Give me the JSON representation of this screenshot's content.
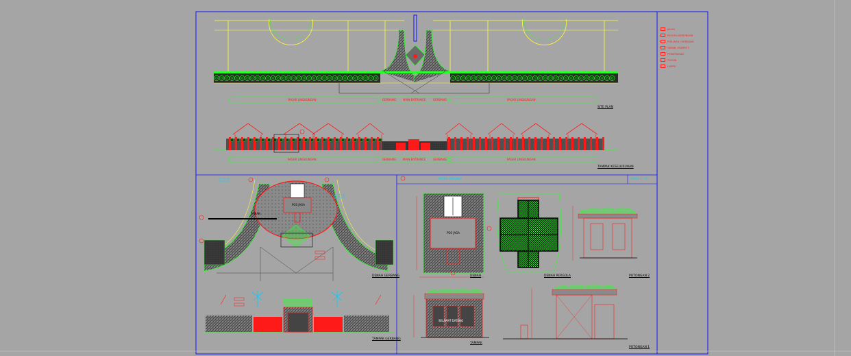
{
  "colors": {
    "background": "#a5a5a5",
    "frame": "#1010ff",
    "line_yellow": "#ffff3a",
    "line_green": "#29ff29",
    "line_red": "#ff1a1a",
    "line_cyan": "#00cfff",
    "line_dark": "#333333",
    "text_red": "#ff2020"
  },
  "site_plan": {
    "road_left": "PAGAR LINGKUNGAN",
    "road_mid_1": "GERBANG",
    "road_mid_2": "MAIN ENTRANCE",
    "road_mid_3": "GERBANG",
    "road_right": "PAGAR LINGKUNGAN",
    "title": "SITE PLAN"
  },
  "elevation_overall": {
    "road_left": "PAGAR LINGKUNGAN",
    "road_mid_1": "GERBANG",
    "road_mid_2": "MAIN ENTRANCE",
    "road_mid_3": "GERBANG",
    "road_right": "PAGAR LINGKUNGAN",
    "title": "TAMPAK KESELURUHAN"
  },
  "gate_plan": {
    "title": "DENAH GERBANG",
    "label_1": "POS JAGA",
    "label_2": "TAMAN"
  },
  "gate_elevation": {
    "title": "TAMPAK GERBANG"
  },
  "detail_sheet": {
    "header_title": "DETAIL POS JAGA",
    "header_scale": "SKALA 1 : 50",
    "plan_title": "DENAH",
    "plan_label": "POS JAGA",
    "pergola_title": "DENAH PERGOLA",
    "section2_title": "POTONGAN 2",
    "elev_title": "TAMPAK",
    "elev_sign": "SELAMAT DATANG",
    "section1_title": "POTONGAN 1"
  },
  "legend": {
    "items": [
      {
        "label": "JALAN"
      },
      {
        "label": "PAGAR LINGKUNGAN"
      },
      {
        "label": "POS JAGA / GERBANG"
      },
      {
        "label": "TAMAN / RUMPUT"
      },
      {
        "label": "PERKERASAN"
      },
      {
        "label": "POHON"
      },
      {
        "label": "LAMPU"
      }
    ]
  }
}
